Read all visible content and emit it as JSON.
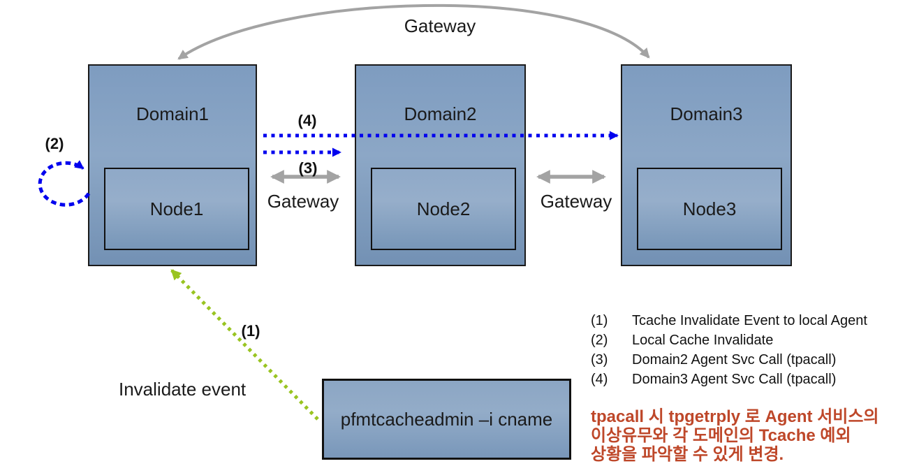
{
  "colors": {
    "background": "#FFFFFF",
    "box_fill_top": "#7E9CC0",
    "box_fill_bottom": "#7391B4",
    "box_border": "#1A1A1A",
    "gray_arrow": "#A3A3A3",
    "blue_arrow": "#0000EE",
    "green_arrow": "#99C421",
    "note_red": "#BE4729",
    "text": "#1A1A1A"
  },
  "diagram": {
    "domains": [
      {
        "label": "Domain1",
        "node": "Node1"
      },
      {
        "label": "Domain2",
        "node": "Node2"
      },
      {
        "label": "Domain3",
        "node": "Node3"
      }
    ],
    "top_gateway_label": "Gateway",
    "gateway_label_1": "Gateway",
    "gateway_label_2": "Gateway",
    "step_labels": {
      "s1": "(1)",
      "s2": "(2)",
      "s3": "(3)",
      "s4": "(4)"
    },
    "invalidate_event_label": "Invalidate event",
    "command_box_label": "pfmtcacheadmin –i cname"
  },
  "legend": {
    "items": [
      {
        "num": "(1)",
        "text": "Tcache Invalidate Event to local Agent"
      },
      {
        "num": "(2)",
        "text": "Local Cache Invalidate"
      },
      {
        "num": "(3)",
        "text": "Domain2 Agent Svc Call (tpacall)"
      },
      {
        "num": "(4)",
        "text": "Domain3 Agent Svc Call (tpacall)"
      }
    ]
  },
  "note": {
    "line1": "tpacall 시 tpgetrply 로 Agent 서비스의",
    "line2": "이상유무와 각 도메인의 Tcache 예외",
    "line3": "상황을 파악할 수 있게 변경."
  }
}
